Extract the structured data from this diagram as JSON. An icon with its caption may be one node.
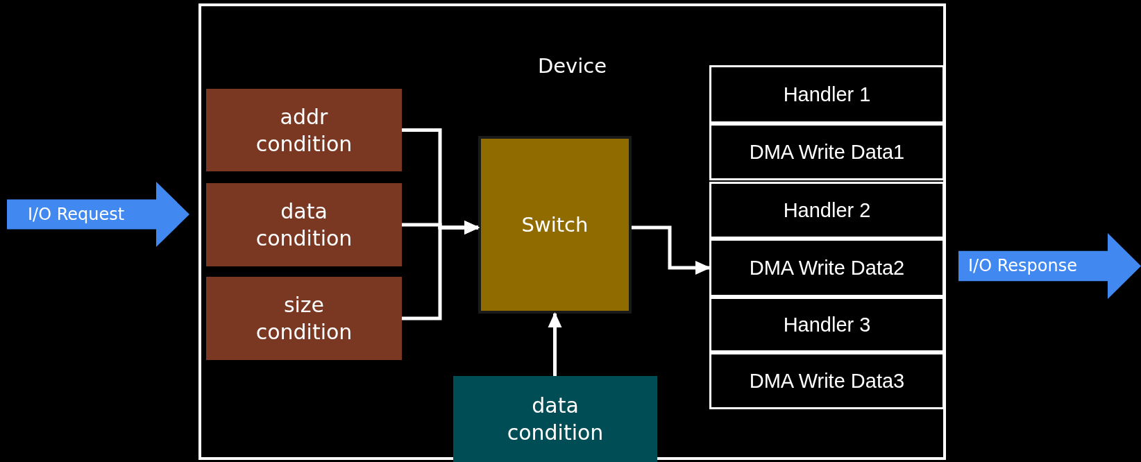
{
  "diagram": {
    "nodes": [
      {
        "text": [
          "Device"
        ]
      },
      {
        "text": [
          "addr condition"
        ],
        "in": 0
      },
      {
        "text": [
          "data condition"
        ],
        "in": 0
      },
      {
        "text": [
          "size condition"
        ],
        "in": 0
      },
      {
        "text": [
          "Switch"
        ],
        "in": 0
      },
      {
        "text": [
          "data condition"
        ],
        "in": 0
      },
      {
        "text": [
          "Handler 1"
        ],
        "in": 0
      },
      {
        "text": [
          "DMA Write Data1"
        ],
        "in": 0
      },
      {
        "text": [
          "Handler 2"
        ],
        "in": 0
      },
      {
        "text": [
          "DMA Write Data2"
        ],
        "in": 0
      },
      {
        "text": [
          "Handler 3"
        ],
        "in": 0
      },
      {
        "text": [
          "DMA Write Data3"
        ],
        "in": 0
      },
      {
        "text": [
          "I/O Request"
        ]
      },
      {
        "text": [
          "I/O Response"
        ]
      }
    ],
    "edges": [
      {
        "from": 1,
        "to": 4,
        "arrow": "to"
      },
      {
        "from": 2,
        "to": 4,
        "arrow": "to"
      },
      {
        "from": 3,
        "to": 4,
        "arrow": "to"
      },
      {
        "from": 4,
        "to": 9,
        "arrow": "to"
      },
      {
        "from": 5,
        "to": 4,
        "arrow": "to"
      }
    ]
  }
}
